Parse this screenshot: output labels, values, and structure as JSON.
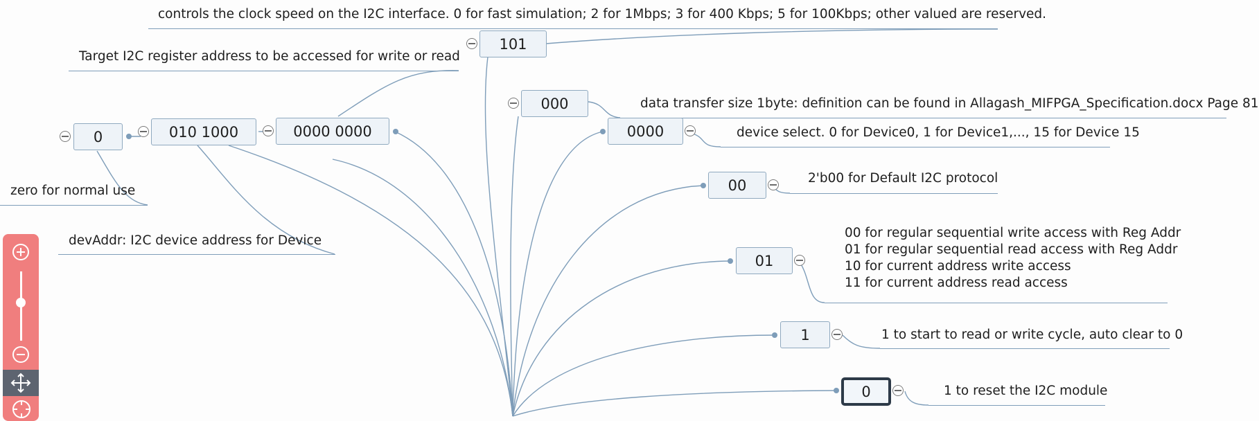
{
  "nodes": {
    "root_101": "101",
    "reg_addr": "0000 0000",
    "dev_addr": "010 1000",
    "zero_bit": "0",
    "xfer_size": "000",
    "dev_select": "0000",
    "protocol": "00",
    "access_mode": "01",
    "start": "1",
    "reset": "0"
  },
  "notes": {
    "clock": "controls the clock speed on the I2C interface. 0 for fast simulation; 2 for 1Mbps; 3 for 400 Kbps; 5 for 100Kbps; other valued are reserved.",
    "reg_addr": "Target I2C register address to be accessed for write or read",
    "xfer_size": "data transfer size 1byte: definition can be found in Allagash_MIFPGA_Specification.docx Page 81",
    "dev_select": "device select. 0 for Device0, 1 for Device1,..., 15 for Device 15",
    "zero": "zero for normal use",
    "protocol": "2'b00 for Default I2C protocol",
    "dev_addr": "devAddr:  I2C device address for Device",
    "access_lines": [
      "00 for regular sequential write access with Reg Addr",
      "01 for regular sequential read access with Reg Addr",
      "10 for current address write access",
      "11  for current address read access"
    ],
    "start": "1 to start to read or write cycle, auto clear to 0",
    "reset": "1 to reset the I2C module"
  },
  "zoom_control": {
    "zoom_in_icon": "plus-circle-icon",
    "zoom_out_icon": "minus-circle-icon",
    "pan_icon": "move-arrows-icon",
    "center_icon": "crosshair-icon"
  },
  "colors": {
    "link": "#7e9db9",
    "node_fill": "#eef3f8",
    "node_border": "#8fa9bf",
    "zoom_bg": "#f07e7e",
    "selected_border": "#2d3a48"
  }
}
